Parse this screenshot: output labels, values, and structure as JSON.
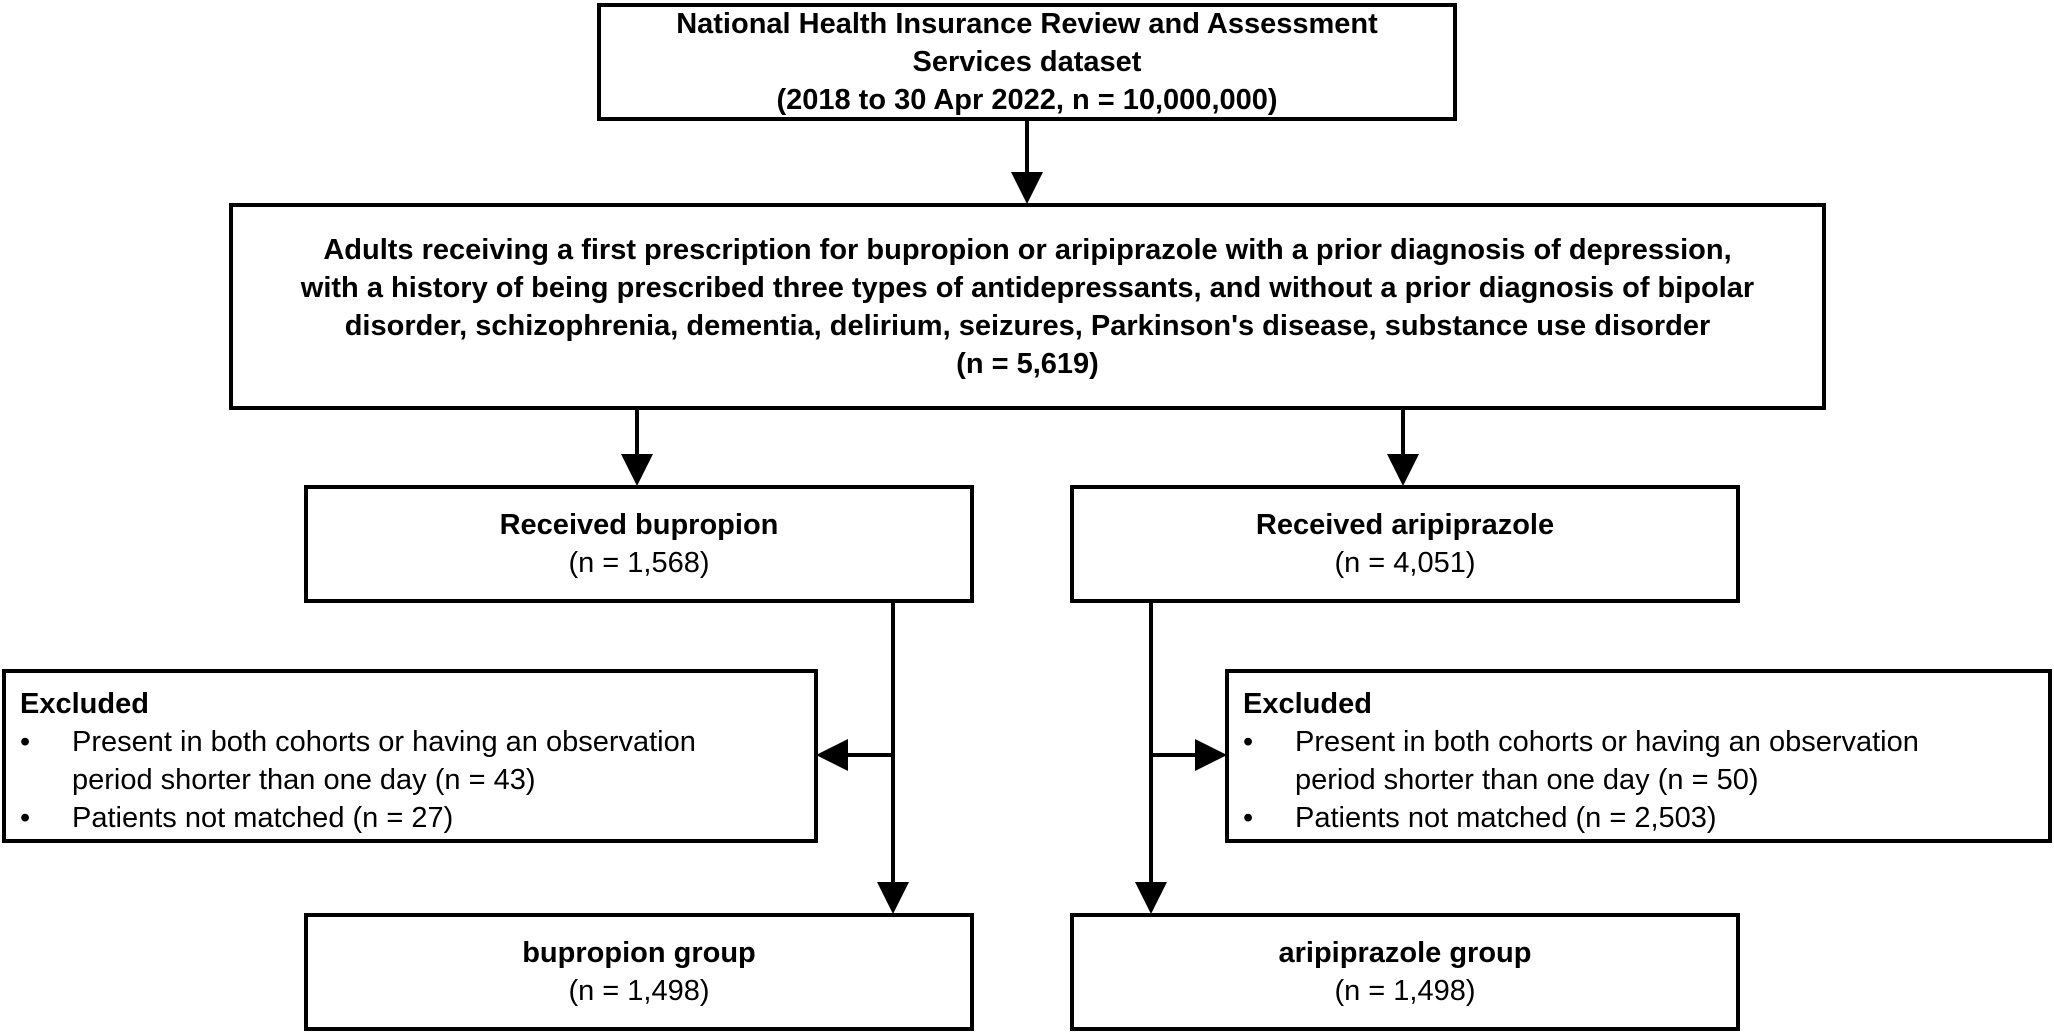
{
  "source_box": {
    "line1": "National Health Insurance Review and Assessment",
    "line2": "Services dataset",
    "line3": "(2018 to 30 Apr 2022, n = 10,000,000)"
  },
  "eligible_box": {
    "line1": "Adults receiving a first prescription for bupropion or aripiprazole with a prior diagnosis of depression,",
    "line2": "with a history of being prescribed three types of antidepressants, and without a prior diagnosis of bipolar",
    "line3": "disorder, schizophrenia, dementia, delirium, seizures, Parkinson's disease, substance use disorder",
    "line4": "(n = 5,619)"
  },
  "bupropion_box": {
    "title": "Received bupropion",
    "count": "(n = 1,568)"
  },
  "aripiprazole_box": {
    "title": "Received aripiprazole",
    "count": "(n = 4,051)"
  },
  "excluded_left": {
    "title": "Excluded",
    "items": [
      {
        "line1": "Present in both cohorts or having an observation",
        "line2": "period shorter than one day (n = 43)"
      },
      {
        "line1": "Patients not matched (n = 27)"
      }
    ]
  },
  "excluded_right": {
    "title": "Excluded",
    "items": [
      {
        "line1": "Present in both cohorts or having an observation",
        "line2": "period shorter than one day (n = 50)"
      },
      {
        "line1": "Patients not matched (n = 2,503)"
      }
    ]
  },
  "bupropion_group": {
    "title": "bupropion group",
    "count": "(n = 1,498)"
  },
  "aripiprazole_group": {
    "title": "aripiprazole group",
    "count": "(n = 1,498)"
  },
  "bullet_char": "•"
}
